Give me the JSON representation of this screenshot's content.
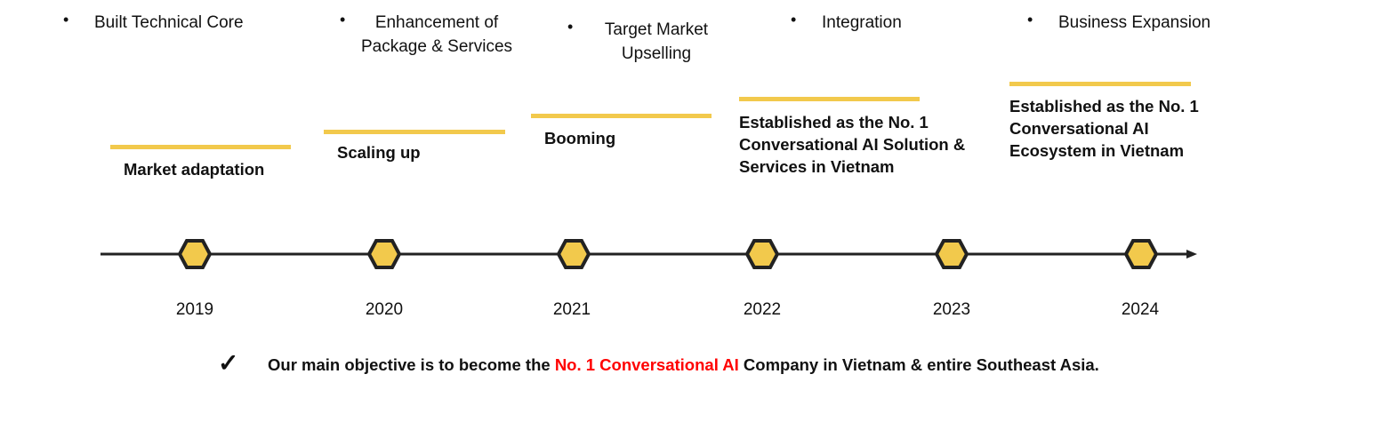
{
  "activities": [
    "Built Technical Core",
    "Enhancement of Package & Services",
    "Target Market Upselling",
    "Integration",
    "Business Expansion"
  ],
  "milestones": [
    "Market adaptation",
    "Scaling up",
    "Booming",
    "Established as the  No. 1 Conversational AI Solution & Services in Vietnam",
    "Established as the  No. 1 Conversational AI Ecosystem in Vietnam"
  ],
  "years": [
    "2019",
    "2020",
    "2021",
    "2022",
    "2023",
    "2024"
  ],
  "objective": {
    "prefix": "Our main objective is to become the ",
    "highlight": "No. 1 Conversational AI",
    "suffix": " Company in Vietnam & entire Southeast Asia."
  },
  "colors": {
    "accent": "#F2C94C",
    "highlight": "#FF0000",
    "line": "#222222"
  }
}
